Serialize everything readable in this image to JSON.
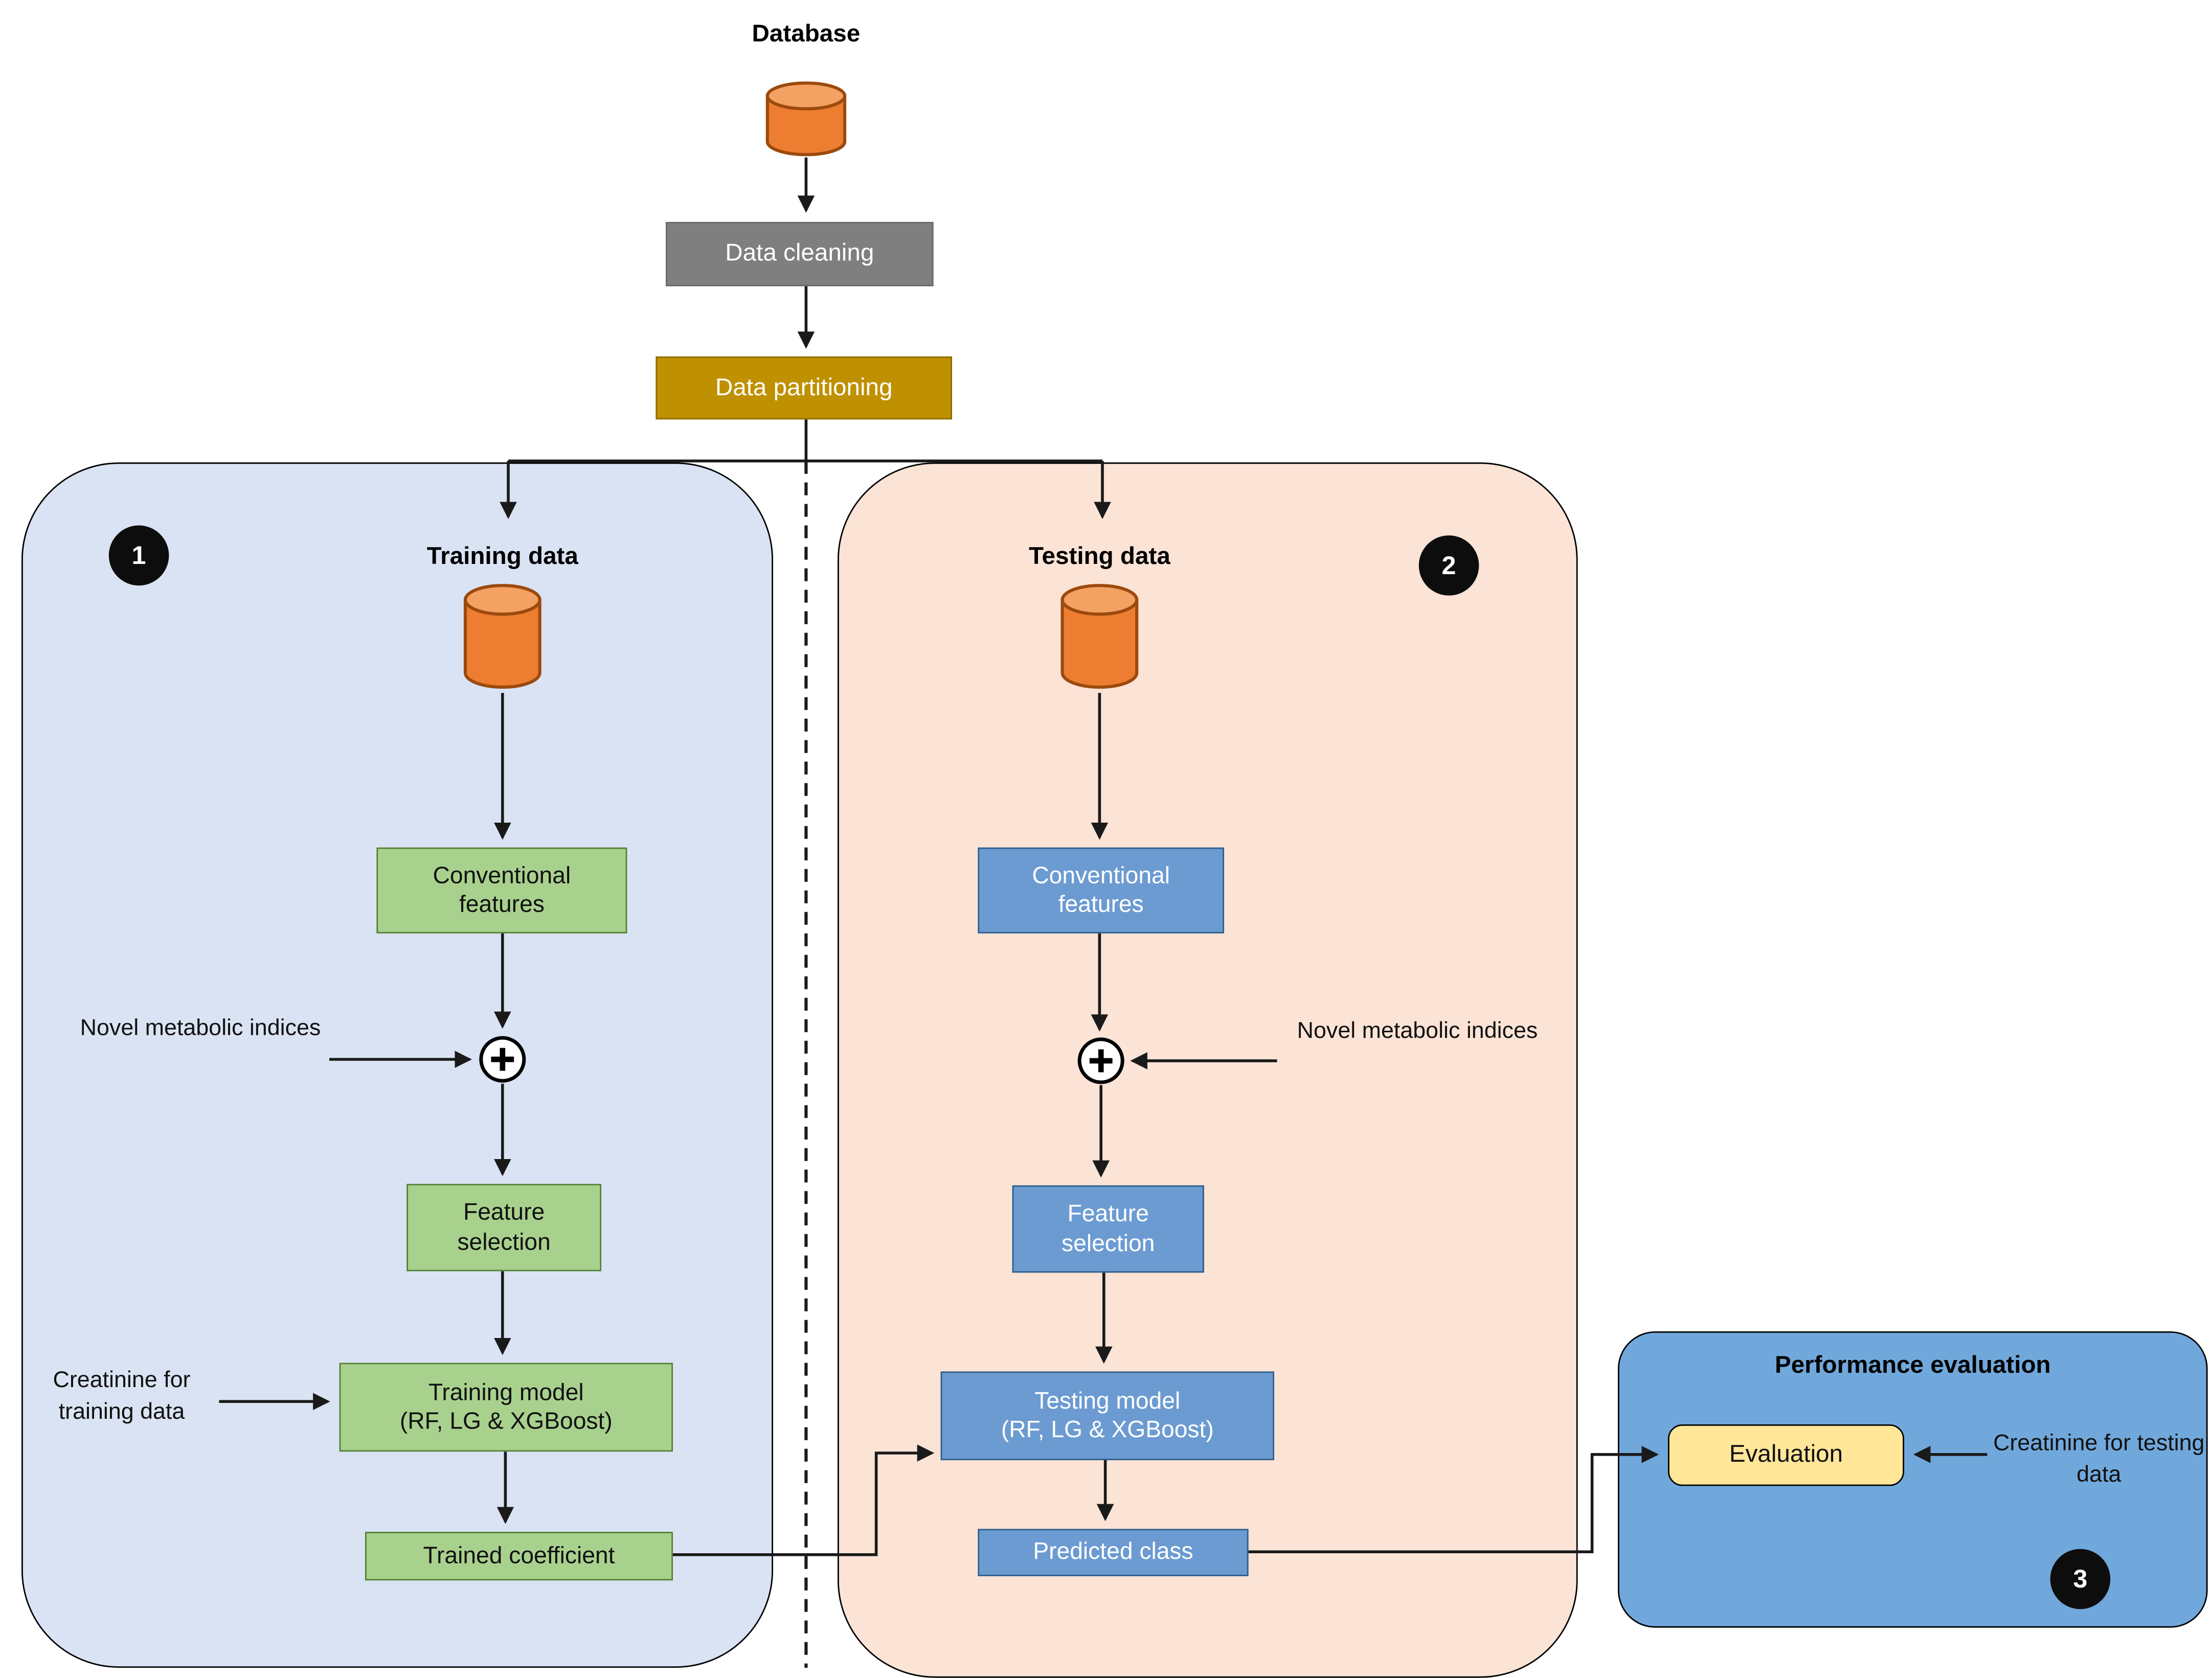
{
  "colors": {
    "left_panel_fill": "#DAE3F3",
    "right_panel_fill": "#FBE3D6",
    "eval_panel_fill": "#71A8DC",
    "green_box_fill": "#A9D18E",
    "green_box_border": "#548235",
    "blue_box_fill": "#6C9BD2",
    "blue_box_border": "#2E5F8A",
    "gray_box_fill": "#7F7F7F",
    "gold_box_fill": "#BF9000",
    "yellow_box_fill": "#FFE699",
    "cylinder_fill": "#ED7D31",
    "cylinder_top_fill": "#F4A263",
    "badge_fill": "#0D0D0D"
  },
  "header": {
    "database_label": "Database",
    "data_cleaning": "Data cleaning",
    "data_partitioning": "Data partitioning"
  },
  "training_branch": {
    "badge": "1",
    "title": "Training data",
    "conventional_features": "Conventional features",
    "novel_metabolic_indices": "Novel metabolic indices",
    "feature_selection": "Feature selection",
    "training_model_line1": "Training model",
    "training_model_line2": "(RF, LG & XGBoost)",
    "creatinine_note": "Creatinine for training data",
    "trained_coefficient": "Trained coefficient"
  },
  "testing_branch": {
    "badge": "2",
    "title": "Testing data",
    "conventional_features": "Conventional features",
    "novel_metabolic_indices": "Novel metabolic indices",
    "feature_selection": "Feature selection",
    "testing_model_line1": "Testing model",
    "testing_model_line2": "(RF, LG & XGBoost)",
    "predicted_class": "Predicted class"
  },
  "evaluation": {
    "badge": "3",
    "title": "Performance evaluation",
    "evaluation_box": "Evaluation",
    "creatinine_note": "Creatinine for testing data"
  },
  "icons": {
    "database_cylinder": "orange database cylinder",
    "merge_plus": "plus sign in circle"
  }
}
